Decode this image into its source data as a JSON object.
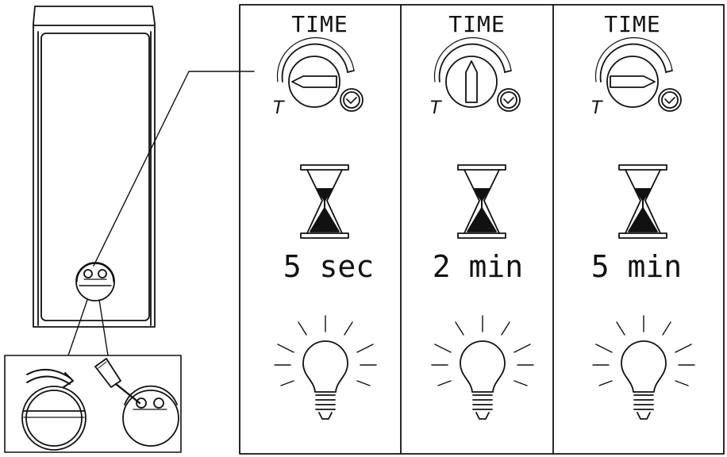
{
  "panels": [
    {
      "label": "TIME",
      "duration": "5 sec",
      "arrow": "left"
    },
    {
      "label": "TIME",
      "duration": "2 min",
      "arrow": "up"
    },
    {
      "label": "TIME",
      "duration": "5 min",
      "arrow": "right"
    }
  ],
  "dial_marker": "T",
  "icons": {
    "dial": "time-dial-icon",
    "clock": "clock-icon",
    "hourglass": "hourglass-icon",
    "bulb": "light-bulb-icon",
    "screwdriver": "screwdriver-icon",
    "rotate_arrow": "rotate-arrow-icon"
  },
  "colors": {
    "line": "#111111",
    "background": "#ffffff"
  }
}
